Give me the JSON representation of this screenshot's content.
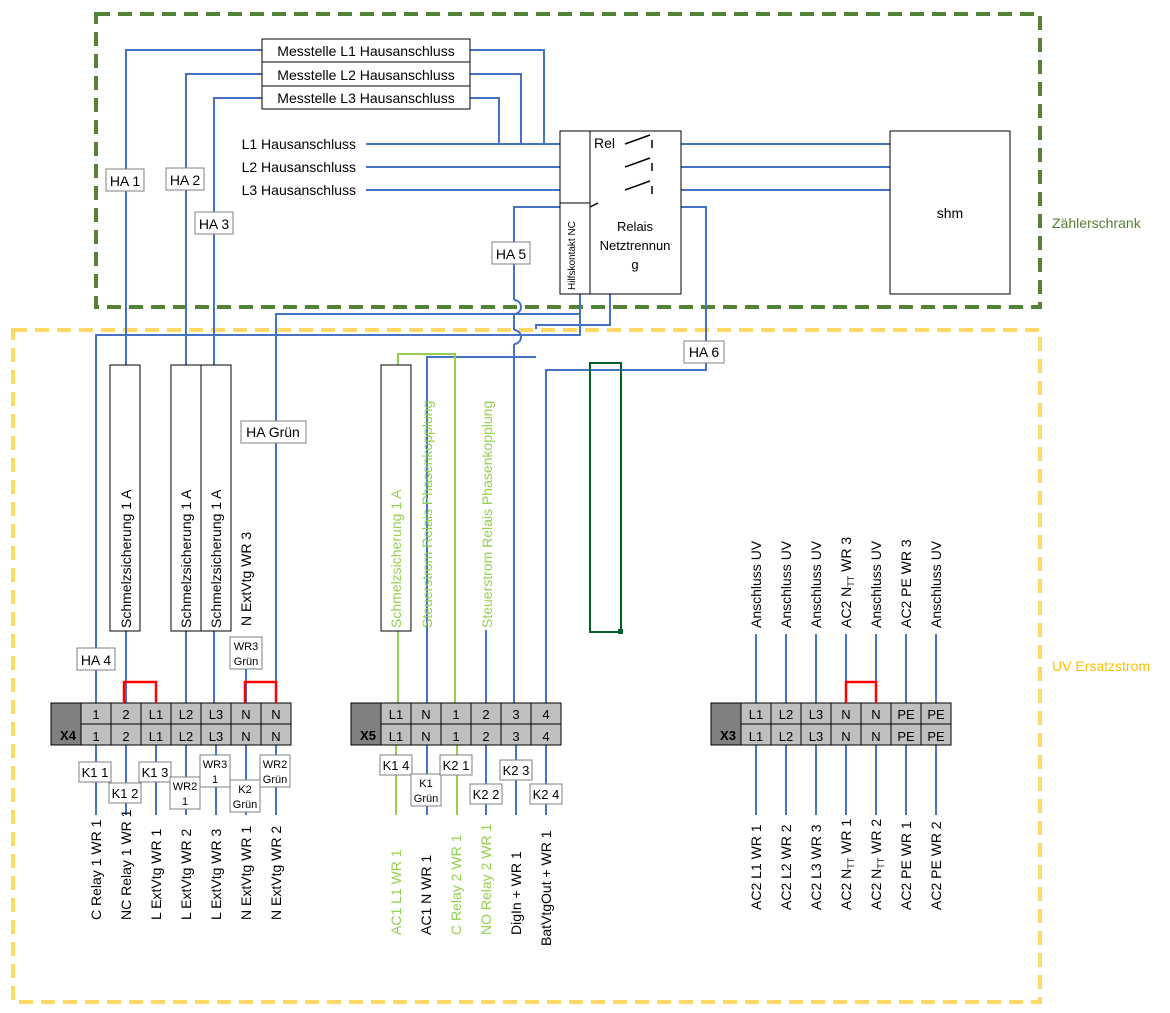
{
  "zones": {
    "meter_cabinet": {
      "label": "Zählerschrank",
      "color": "#548235"
    },
    "backup_panel": {
      "label": "UV Ersatzstrom",
      "color": "#ffd966"
    }
  },
  "colors": {
    "wire": "#4472c4",
    "green_wire": "#92d050",
    "bridge": "#ff0000",
    "dark_green": "#00602b"
  },
  "measure_points": [
    "Messtelle L1 Hausanschluss",
    "Messtelle L2 Hausanschluss",
    "Messtelle L3 Hausanschluss"
  ],
  "house_lines": [
    "L1 Hausanschluss",
    "L2 Hausanschluss",
    "L3 Hausanschluss"
  ],
  "relay": {
    "rel": "Rel",
    "aux_contact": "Hilfskontakt NC",
    "name": "Relais Netztrennung",
    "name_lines": [
      "Relais",
      "Netztrennun",
      "g"
    ]
  },
  "shm": "shm",
  "ha_labels": {
    "ha1": "HA 1",
    "ha2": "HA 2",
    "ha3": "HA 3",
    "ha4": "HA 4",
    "ha5": "HA 5",
    "ha6": "HA 6",
    "ha_green": "HA Grün"
  },
  "fuses": {
    "f1": "Schmelzsicherung 1 A",
    "f2": "Schmelzsicherung 1 A",
    "f3": "Schmelzsicherung 1 A",
    "f4": "Schmelzsicherung 1 A"
  },
  "vertical_labels": {
    "n_extvtg_wr3": "N ExtVtg WR 3",
    "steuer1": "Steuerstrom Relais Phasenkopplung",
    "steuer2": "Steuerstrom Relais Phasenkopplung",
    "wr3_green": [
      "WR3",
      "Grün"
    ]
  },
  "x4": {
    "name": "X4",
    "top": [
      "1",
      "2",
      "L1",
      "L2",
      "L3",
      "N",
      "N"
    ],
    "bottom": [
      "1",
      "2",
      "L1",
      "L2",
      "L3",
      "N",
      "N"
    ],
    "tags": [
      [
        "K1 1"
      ],
      [
        "K1 2"
      ],
      [
        "K1 3"
      ],
      [
        "WR2",
        "1"
      ],
      [
        "WR3",
        "1"
      ],
      [
        "K2",
        "Grün"
      ],
      [
        "WR2",
        "Grün"
      ]
    ],
    "outputs": [
      "C Relay 1 WR 1",
      "NC Relay 1 WR 1",
      "L ExtVtg WR 1",
      "L ExtVtg WR 2",
      "L ExtVtg WR 3",
      "N ExtVtg WR 1",
      "N ExtVtg WR 2"
    ]
  },
  "x5": {
    "name": "X5",
    "top": [
      "L1",
      "N",
      "1",
      "2",
      "3",
      "4"
    ],
    "bottom": [
      "L1",
      "N",
      "1",
      "2",
      "3",
      "4"
    ],
    "tags": [
      [
        "K1 4"
      ],
      [
        "K1",
        "Grün"
      ],
      [
        "K2 1"
      ],
      [
        "K2 2"
      ],
      [
        "K2 3"
      ],
      [
        "K2 4"
      ]
    ],
    "outputs": [
      "AC1 L1 WR 1",
      "AC1 N WR 1",
      "C Relay 2 WR 1",
      "NO Relay 2 WR 1",
      "DigIn + WR 1",
      "BatVtgOut + WR 1"
    ]
  },
  "x3": {
    "name": "X3",
    "top": [
      "L1",
      "L2",
      "L3",
      "N",
      "N",
      "PE",
      "PE"
    ],
    "bottom": [
      "L1",
      "L2",
      "L3",
      "N",
      "N",
      "PE",
      "PE"
    ],
    "inputs": [
      "Anschluss UV",
      "Anschluss UV",
      "Anschluss UV",
      "AC2 NTT WR 3",
      "Anschluss UV",
      "AC2 PE WR 3",
      "Anschluss UV"
    ],
    "outputs": [
      "AC2 L1 WR 1",
      "AC2 L2 WR 2",
      "AC2 L3 WR 3",
      "AC2 NTT WR 1",
      "AC2 NTT WR 2",
      "AC2 PE WR 1",
      "AC2 PE WR 2"
    ]
  }
}
